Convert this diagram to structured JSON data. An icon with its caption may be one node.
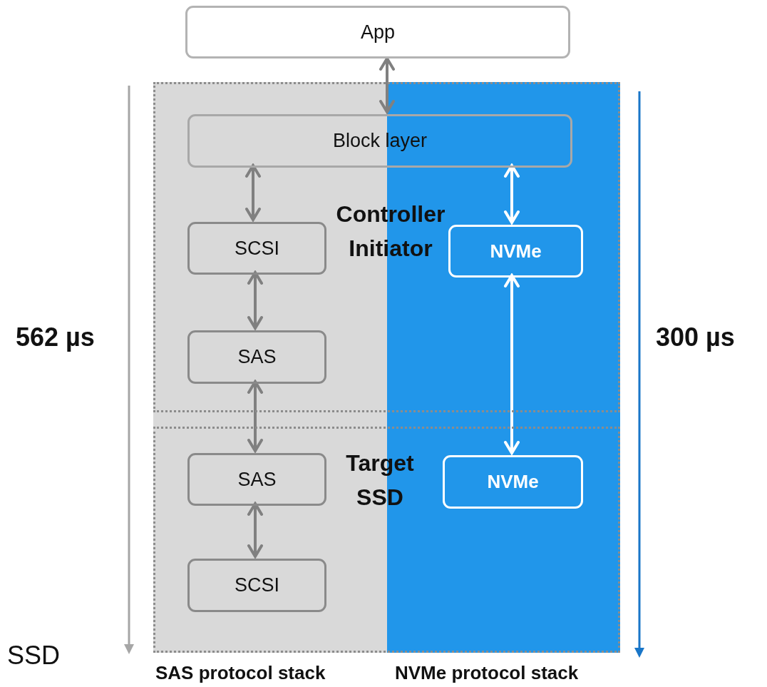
{
  "diagram": {
    "nodes": [
      {
        "text": [
          "App"
        ]
      },
      {
        "text": [
          "Controller Initiator"
        ]
      },
      {
        "text": [
          "Block layer"
        ],
        "in": 1
      },
      {
        "text": [
          "SCSI"
        ],
        "in": 1
      },
      {
        "text": [
          "NVMe"
        ],
        "in": 1
      },
      {
        "text": [
          "SAS"
        ],
        "in": 1
      },
      {
        "text": [
          "Target SSD"
        ]
      },
      {
        "text": [
          "SAS"
        ],
        "in": 6
      },
      {
        "text": [
          "NVMe"
        ],
        "in": 6
      },
      {
        "text": [
          "SCSI"
        ],
        "in": 6
      }
    ],
    "edges": [
      {
        "from": 0,
        "to": 2,
        "arrow": "both"
      },
      {
        "from": 2,
        "to": 3,
        "arrow": "both"
      },
      {
        "from": 3,
        "to": 5,
        "arrow": "both"
      },
      {
        "from": 5,
        "to": 7,
        "arrow": "both"
      },
      {
        "from": 7,
        "to": 9,
        "arrow": "both"
      },
      {
        "from": 2,
        "to": 4,
        "arrow": "both",
        "color": "#ffffff"
      },
      {
        "from": 4,
        "to": 8,
        "arrow": "both",
        "color": "#ffffff"
      }
    ],
    "labels": [
      "562 µs",
      "300 µs",
      "SSD",
      "SAS protocol stack",
      "NVMe protocol stack"
    ]
  }
}
